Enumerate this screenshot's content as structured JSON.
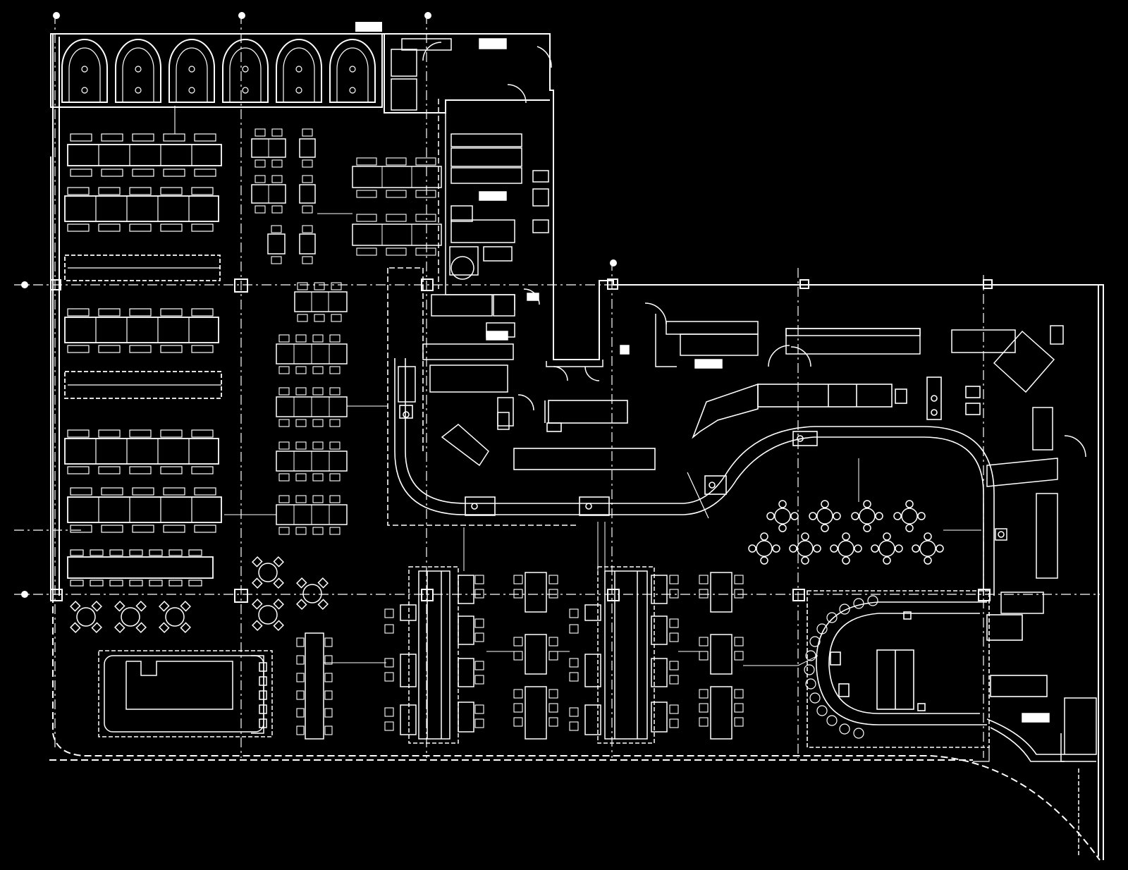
{
  "drawing": {
    "background": "#000000",
    "line_color": "#ffffff",
    "lettering": []
  },
  "regions": [
    {
      "id": "booth-arcade-north"
    },
    {
      "id": "dining-west-long-tables"
    },
    {
      "id": "dining-center-tables"
    },
    {
      "id": "kitchen-back-of-house"
    },
    {
      "id": "serving-corridor-counter"
    },
    {
      "id": "service-area-east"
    },
    {
      "id": "round-table-lounge"
    },
    {
      "id": "patio-south"
    },
    {
      "id": "curved-bar"
    },
    {
      "id": "south-dining-tables"
    }
  ]
}
